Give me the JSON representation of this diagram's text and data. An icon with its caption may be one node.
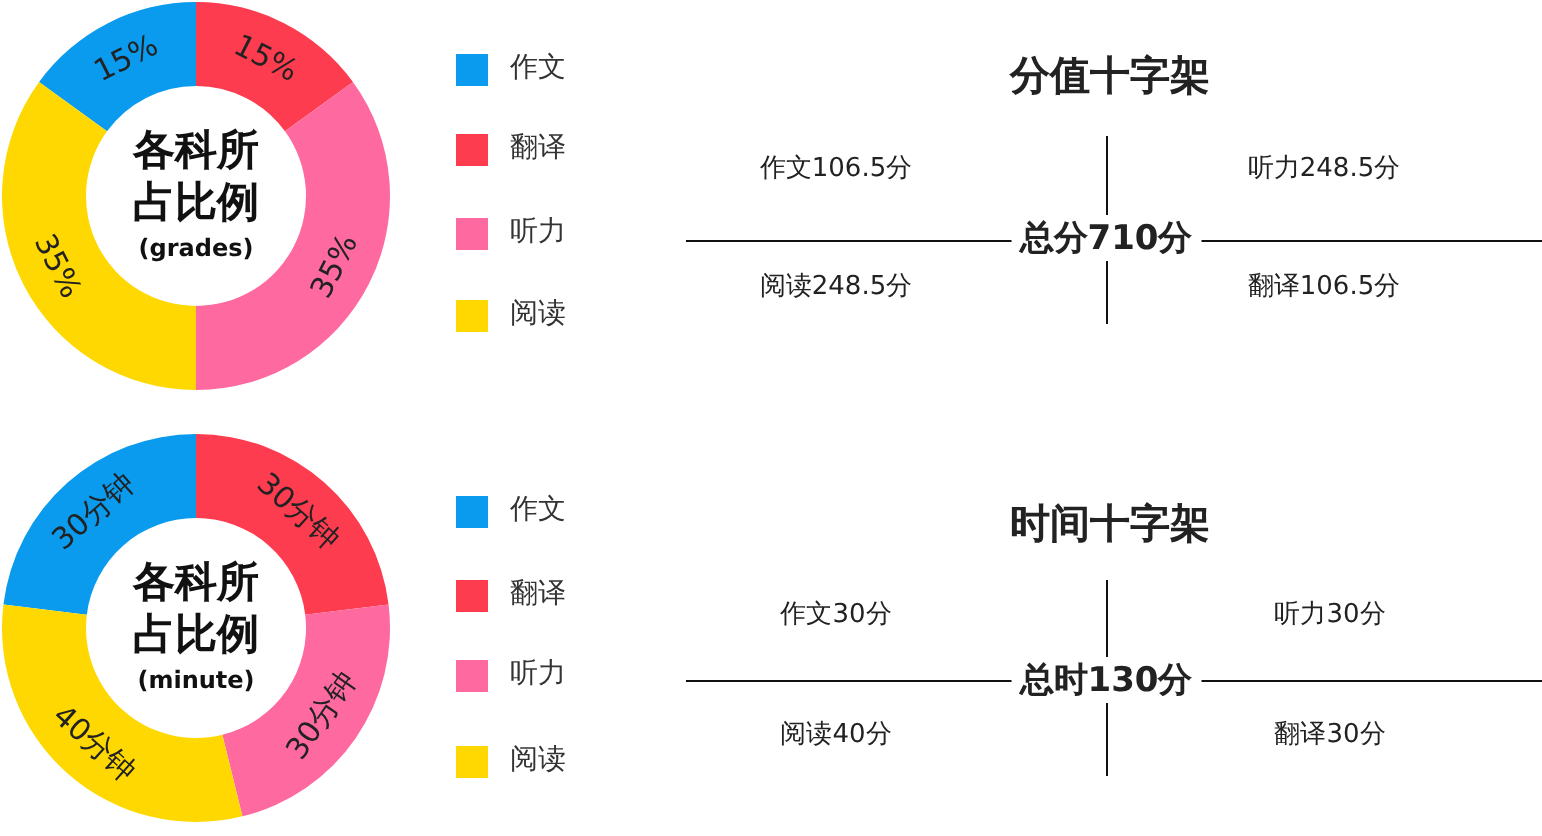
{
  "diagram": {
    "labels": [
      "(grades)",
      "分值十字架",
      "总分710分",
      "作文106.5分",
      "听力248.5分",
      "阅读248.5分",
      "翻译106.5分",
      "(minute)",
      "时间十字架",
      "总时130分",
      "作文30分",
      "听力30分",
      "阅读40分",
      "翻译30分"
    ],
    "legend": [
      {
        "text": "作文",
        "color": "#0a9bee"
      },
      {
        "text": "翻译",
        "color": "#fe3c50"
      },
      {
        "text": "听力",
        "color": "#fe6aa0"
      },
      {
        "text": "阅读",
        "color": "#fed800"
      },
      {
        "text": "作文",
        "color": "#0a9bee"
      },
      {
        "text": "翻译",
        "color": "#fe3c50"
      },
      {
        "text": "听力",
        "color": "#fe6aa0"
      },
      {
        "text": "阅读",
        "color": "#fed800"
      }
    ],
    "chart_data": [
      {
        "type": "donut",
        "title": "各科所占比例",
        "values": [
          15,
          15,
          35,
          35
        ],
        "value_labels": [
          "15%",
          "15%",
          "35%",
          "35%"
        ]
      },
      {
        "type": "donut",
        "title": "各科所占比例",
        "values": [
          30,
          30,
          30,
          40
        ],
        "value_labels": [
          "30分钟",
          "30分钟",
          "30分钟",
          "40分钟"
        ]
      }
    ]
  }
}
